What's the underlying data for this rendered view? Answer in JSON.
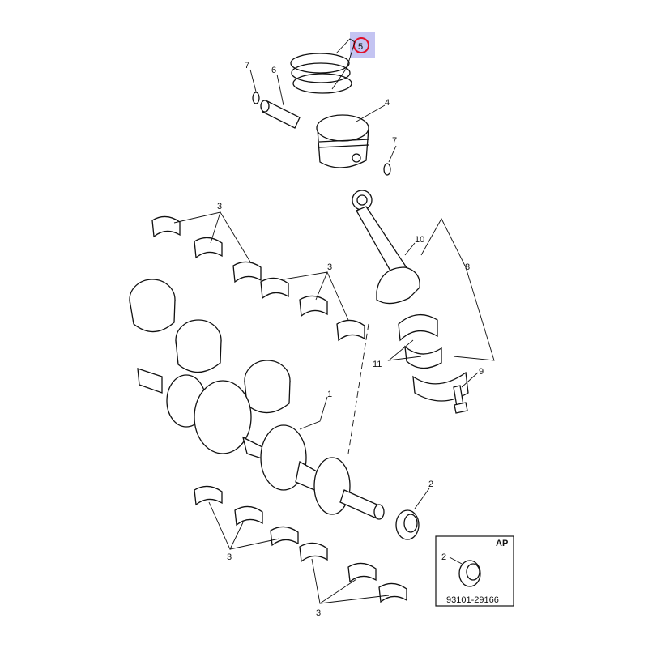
{
  "diagram": {
    "highlighted_callout": "5",
    "highlight_color": "#c4c4f2",
    "highlight_ring_color": "#e0102a",
    "callouts": {
      "piston_rings": "5",
      "circlip_left": "7",
      "piston_pin": "6",
      "piston": "4",
      "circlip_right": "7",
      "bearings_upper_left": "3",
      "bearings_upper_mid": "3",
      "nut": "10",
      "connecting_rod": "8",
      "big_end_bearings": "11",
      "bolt": "9",
      "crankshaft": "1",
      "oil_seal": "2",
      "bearings_lower_left": "3",
      "bearings_lower_right": "3"
    },
    "inset": {
      "tag": "AP",
      "callout": "2",
      "part_number": "93101-29166"
    }
  }
}
